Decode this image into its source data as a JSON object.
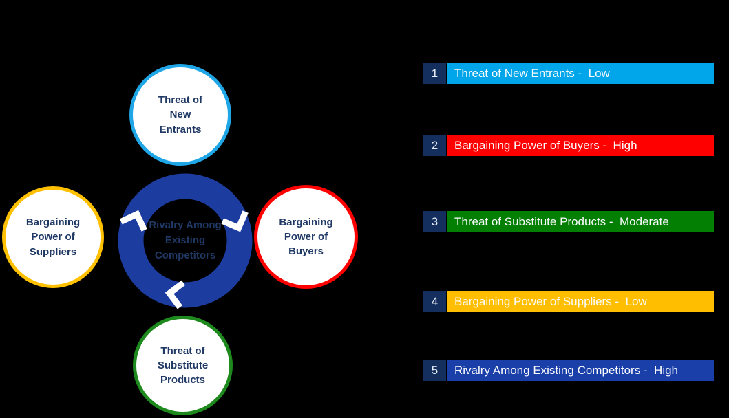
{
  "canvas": {
    "background": "#000000"
  },
  "diagram": {
    "forces": [
      {
        "id": "threat-of-new-entrants",
        "label": "Threat of\nNew\nEntrants",
        "border_color": "#1FA6E6",
        "position": "top"
      },
      {
        "id": "bargaining-power-suppliers",
        "label": "Bargaining\nPower of\nSuppliers",
        "border_color": "#FFC000",
        "position": "left"
      },
      {
        "id": "bargaining-power-buyers",
        "label": "Bargaining\nPower of\nBuyers",
        "border_color": "#FE0000",
        "position": "right"
      },
      {
        "id": "threat-of-substitutes",
        "label": "Threat of\nSubstitute\nProducts",
        "border_color": "#1E8A1E",
        "position": "bottom"
      }
    ],
    "center": {
      "label": "Rivalry Among\nExisting\nCompetitors",
      "ring_color": "#1C3CA0",
      "text_color": "#1F3864",
      "arrow_color": "#FFFFFF"
    }
  },
  "legend": {
    "number_badge_color": "#142E5D",
    "items": [
      {
        "number": "1",
        "text": "Threat of New Entrants -  Low",
        "color": "#00A6E9"
      },
      {
        "number": "2",
        "text": "Bargaining Power of Buyers -  High",
        "color": "#FE0000"
      },
      {
        "number": "3",
        "text": "Threat of Substitute Products -  Moderate",
        "color": "#038004"
      },
      {
        "number": "4",
        "text": "Bargaining Power of Suppliers -  Low",
        "color": "#FFBF00"
      },
      {
        "number": "5",
        "text": "Rivalry Among Existing Competitors -  High",
        "color": "#1A3FA8"
      }
    ]
  }
}
